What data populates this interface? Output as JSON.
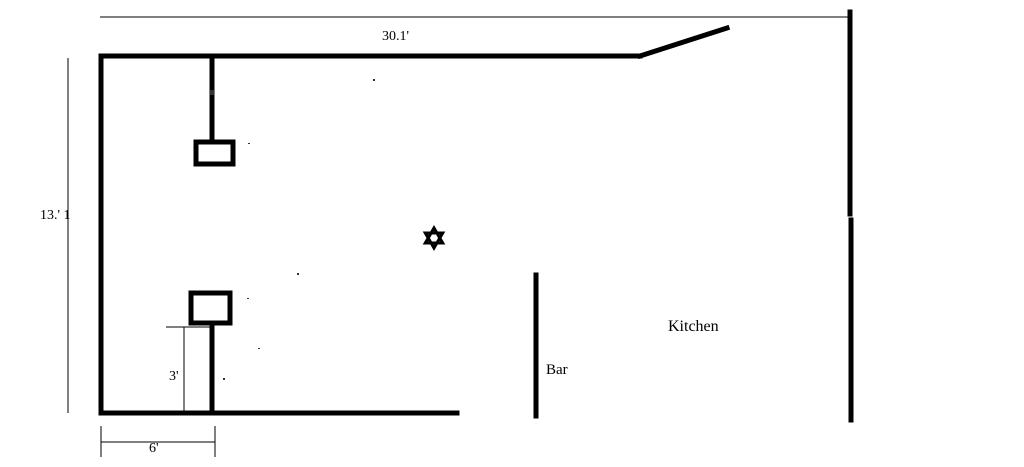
{
  "labels": {
    "top_dimension": "30.1'",
    "left_dimension": "13.' 1",
    "bottom_dimension": "6'",
    "post_height_dimension": "3'",
    "bar": "Bar",
    "kitchen": "Kitchen"
  },
  "icons": {
    "light_fixture": "star-of-david-icon"
  },
  "colors": {
    "line": "#000000",
    "background": "#ffffff"
  }
}
